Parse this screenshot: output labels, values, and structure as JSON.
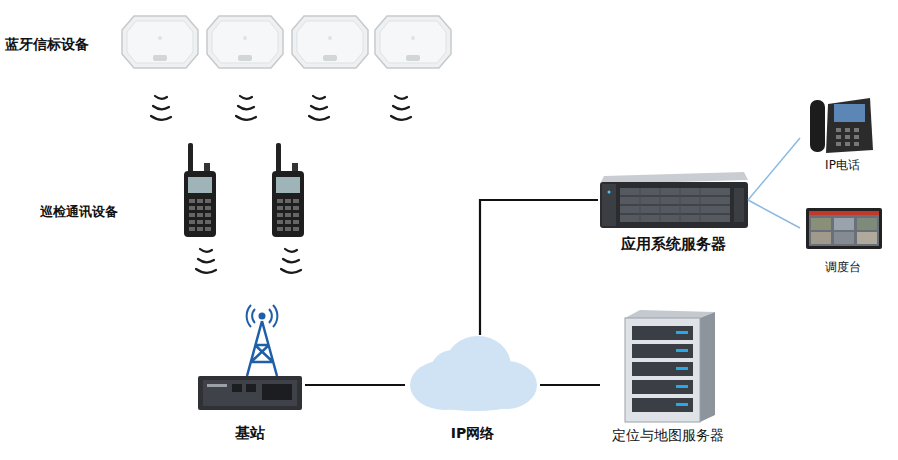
{
  "diagram": {
    "nodes": [
      {
        "text": [
          "蓝牙信标设备"
        ]
      },
      {
        "text": [
          "巡检通讯设备"
        ]
      },
      {
        "text": [
          "基站"
        ]
      },
      {
        "text": [
          "IP网络"
        ]
      },
      {
        "text": [
          "应用系统服务器"
        ]
      },
      {
        "text": [
          "IP电话"
        ]
      },
      {
        "text": [
          "调度台"
        ]
      },
      {
        "text": [
          "定位与地图服务器"
        ]
      }
    ],
    "edges": [
      {
        "from": 2,
        "to": 3,
        "arrow": "none"
      },
      {
        "from": 3,
        "to": 4,
        "arrow": "none"
      },
      {
        "from": 3,
        "to": 7,
        "arrow": "none"
      },
      {
        "from": 4,
        "to": 5,
        "arrow": "none"
      },
      {
        "from": 4,
        "to": 6,
        "arrow": "none"
      }
    ]
  }
}
